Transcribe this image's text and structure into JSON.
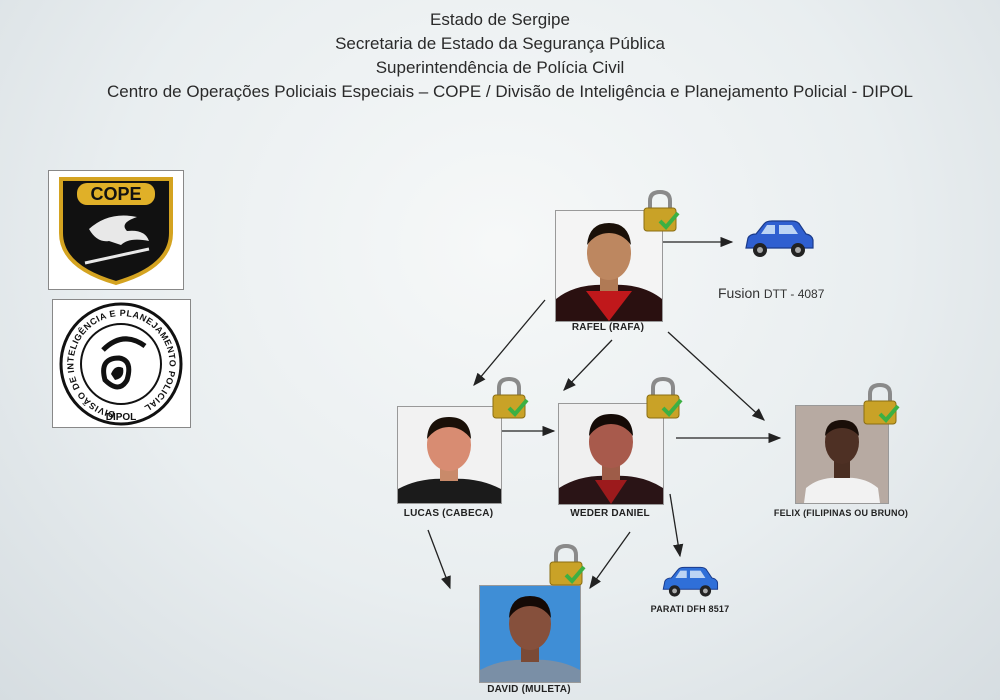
{
  "header": {
    "line1": "Estado de Sergipe",
    "line2": "Secretaria de Estado da Segurança Pública",
    "line3": "Superintendência de Polícia Civil",
    "line4": "Centro de Operações Policiais Especiais – COPE / Divisão de Inteligência e Planejamento Policial - DIPOL"
  },
  "logos": {
    "cope": {
      "text": "COPE"
    },
    "dipol": {
      "ring_text": "DIVISÃO DE INTELIGÊNCIA E PLANEJAMENTO POLICIAL",
      "bottom_text": "DIPOL"
    }
  },
  "people": [
    {
      "id": "rafel",
      "label": "RAFEL (RAFA)"
    },
    {
      "id": "lucas",
      "label": "LUCAS (CABECA)"
    },
    {
      "id": "weder",
      "label": "WEDER DANIEL"
    },
    {
      "id": "felix",
      "label": "FELIX (FILIPINAS OU BRUNO)"
    },
    {
      "id": "david",
      "label": "DAVID (MULETA)"
    }
  ],
  "vehicles": [
    {
      "id": "fusion",
      "model": "Fusion",
      "plate": "DTT - 4087",
      "color": "#2f5fd0"
    },
    {
      "id": "parati",
      "label": "PARATI DFH 8517",
      "color": "#2f6fd8"
    }
  ],
  "colors": {
    "lock_body": "#c9a227",
    "check": "#3cb043",
    "car": "#2f5fd0"
  }
}
